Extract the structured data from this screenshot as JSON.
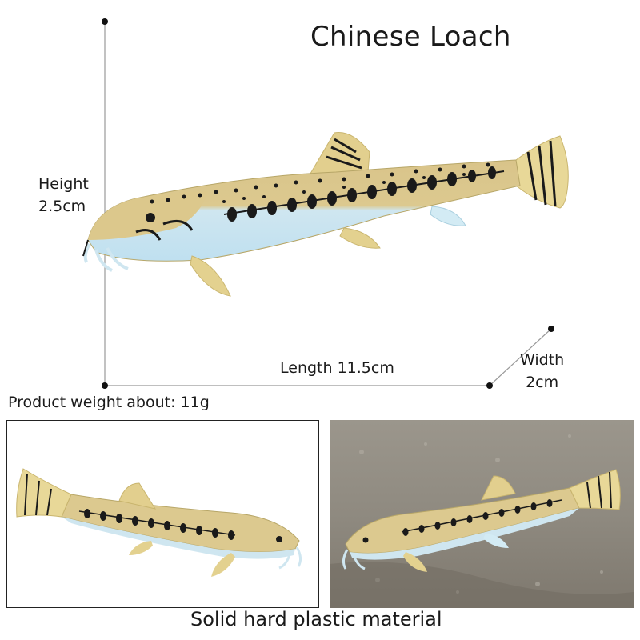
{
  "title": "Chinese Loach",
  "dimensions": {
    "height_label": "Height",
    "height_value": "2.5cm",
    "length_text": "Length 11.5cm",
    "width_label": "Width",
    "width_value": "2cm"
  },
  "weight_text": "Product weight about: 11g",
  "material_text": "Solid hard plastic material"
}
